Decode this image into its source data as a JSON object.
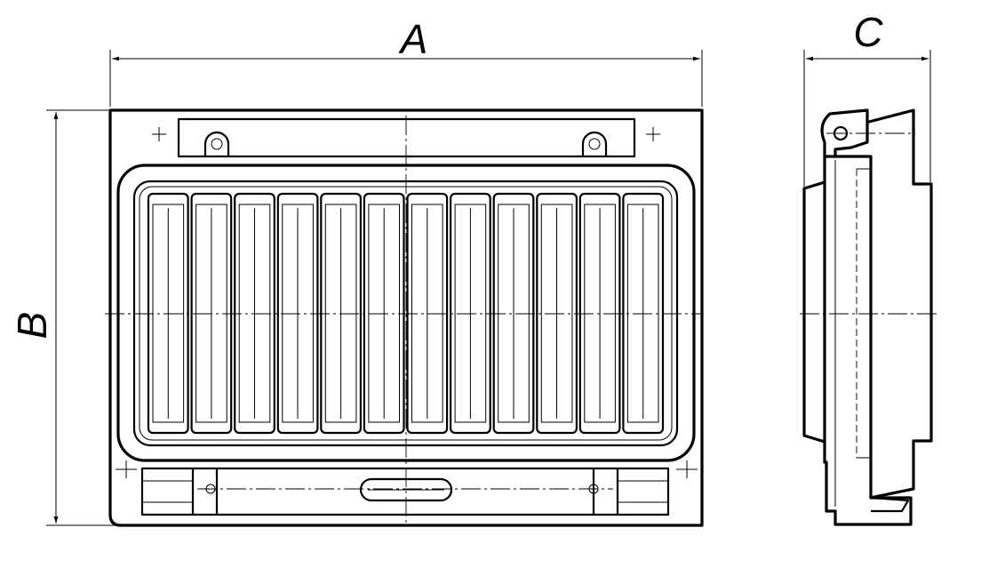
{
  "dimensions": {
    "a_label": "A",
    "b_label": "B",
    "c_label": "C"
  },
  "grille": {
    "slat_count": 12
  },
  "colors": {
    "ink": "#000000",
    "paper": "#ffffff"
  }
}
